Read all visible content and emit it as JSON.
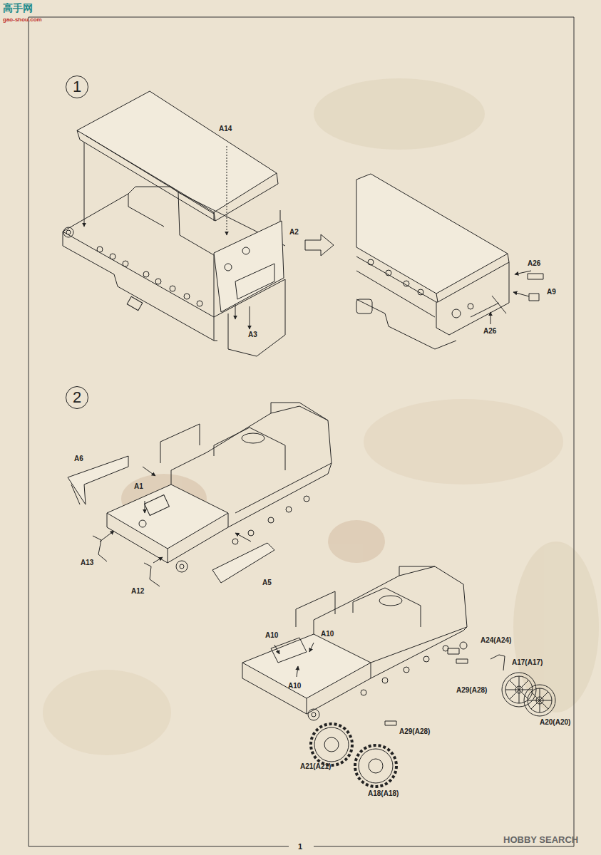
{
  "diagram": {
    "nodes": [
      {
        "text": [
          "1"
        ]
      },
      {
        "text": [
          "2"
        ]
      }
    ],
    "labels": [
      "A14",
      "A2",
      "A3",
      "A26",
      "A9",
      "A26",
      "A6",
      "A1",
      "A13",
      "A12",
      "A5",
      "A10",
      "A10",
      "A10",
      "A24(A24)",
      "A17(A17)",
      "A29(A28)",
      "A20(A20)",
      "A29(A28)",
      "A21(A21)",
      "A18(A18)",
      "1",
      "高手网",
      "gao-shou.com",
      "HOBBY SEARCH"
    ]
  }
}
